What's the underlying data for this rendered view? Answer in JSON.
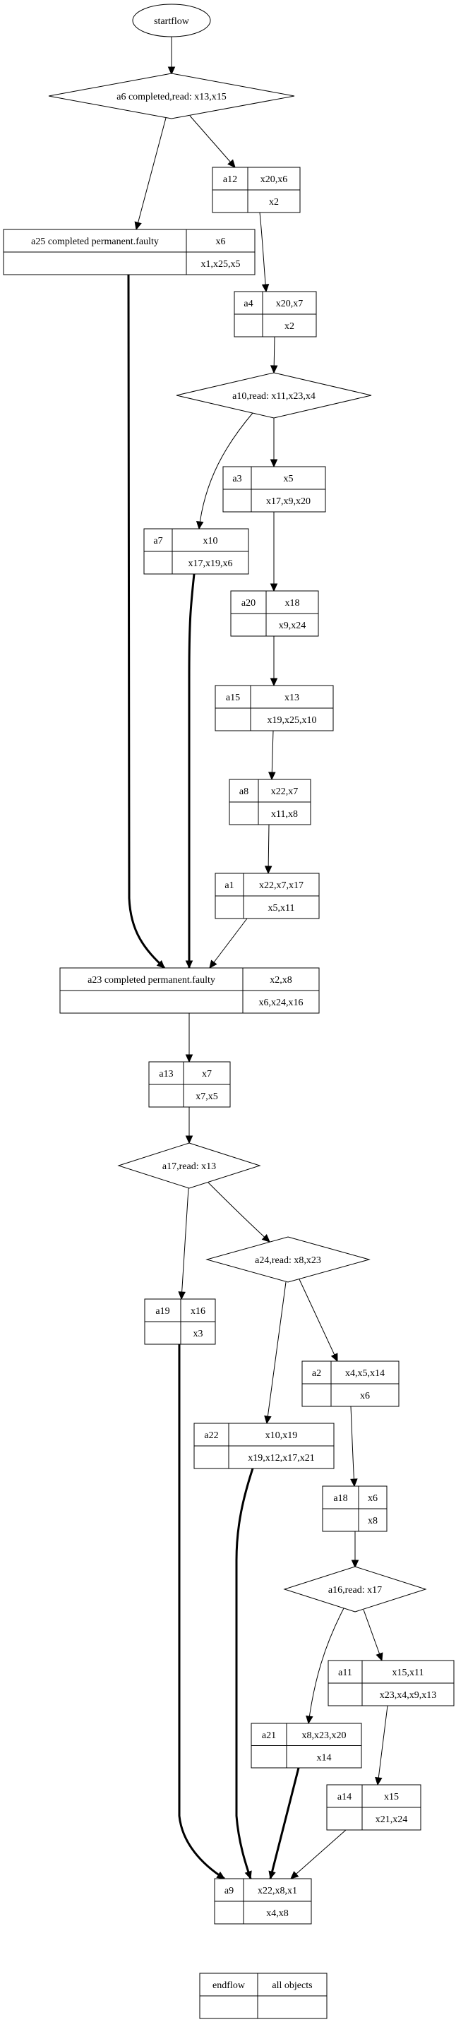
{
  "diagram": {
    "type": "workflow-graph",
    "nodes": {
      "startflow": {
        "kind": "ellipse",
        "label": "startflow"
      },
      "a6": {
        "kind": "diamond",
        "label": "a6 completed,read: x13,x15"
      },
      "a12": {
        "kind": "record",
        "name": "a12",
        "writes": "x20,x6",
        "reads": "x2"
      },
      "a25": {
        "kind": "record",
        "name": "a25  completed permanent.faulty",
        "writes": "x6",
        "reads": "x1,x25,x5"
      },
      "a4": {
        "kind": "record",
        "name": "a4",
        "writes": "x20,x7",
        "reads": "x2"
      },
      "a10": {
        "kind": "diamond",
        "label": "a10,read: x11,x23,x4"
      },
      "a3": {
        "kind": "record",
        "name": "a3",
        "writes": "x5",
        "reads": "x17,x9,x20"
      },
      "a7": {
        "kind": "record",
        "name": "a7",
        "writes": "x10",
        "reads": "x17,x19,x6"
      },
      "a20": {
        "kind": "record",
        "name": "a20",
        "writes": "x18",
        "reads": "x9,x24"
      },
      "a15": {
        "kind": "record",
        "name": "a15",
        "writes": "x13",
        "reads": "x19,x25,x10"
      },
      "a8": {
        "kind": "record",
        "name": "a8",
        "writes": "x22,x7",
        "reads": "x11,x8"
      },
      "a1": {
        "kind": "record",
        "name": "a1",
        "writes": "x22,x7,x17",
        "reads": "x5,x11"
      },
      "a23": {
        "kind": "record",
        "name": "a23  completed permanent.faulty",
        "writes": "x2,x8",
        "reads": "x6,x24,x16"
      },
      "a13": {
        "kind": "record",
        "name": "a13",
        "writes": "x7",
        "reads": "x7,x5"
      },
      "a17": {
        "kind": "diamond",
        "label": "a17,read: x13"
      },
      "a24": {
        "kind": "diamond",
        "label": "a24,read: x8,x23"
      },
      "a19": {
        "kind": "record",
        "name": "a19",
        "writes": "x16",
        "reads": "x3"
      },
      "a2": {
        "kind": "record",
        "name": "a2",
        "writes": "x4,x5,x14",
        "reads": "x6"
      },
      "a22": {
        "kind": "record",
        "name": "a22",
        "writes": "x10,x19",
        "reads": "x19,x12,x17,x21"
      },
      "a18": {
        "kind": "record",
        "name": "a18",
        "writes": "x6",
        "reads": "x8"
      },
      "a16": {
        "kind": "diamond",
        "label": "a16,read: x17"
      },
      "a11": {
        "kind": "record",
        "name": "a11",
        "writes": "x15,x11",
        "reads": "x23,x4,x9,x13"
      },
      "a21": {
        "kind": "record",
        "name": "a21",
        "writes": "x8,x23,x20",
        "reads": "x14"
      },
      "a14": {
        "kind": "record",
        "name": "a14",
        "writes": "x15",
        "reads": "x21,x24"
      },
      "a9": {
        "kind": "record",
        "name": "a9",
        "writes": "x22,x8,x1",
        "reads": "x4,x8"
      },
      "endflow": {
        "kind": "record",
        "name": "endflow",
        "writes": "all objects",
        "reads": ""
      }
    },
    "edges": [
      {
        "from": "startflow",
        "to": "a6",
        "style": "normal"
      },
      {
        "from": "a6",
        "to": "a25",
        "style": "normal"
      },
      {
        "from": "a6",
        "to": "a12",
        "style": "normal"
      },
      {
        "from": "a12",
        "to": "a4",
        "style": "normal"
      },
      {
        "from": "a4",
        "to": "a10",
        "style": "normal"
      },
      {
        "from": "a10",
        "to": "a7",
        "style": "normal"
      },
      {
        "from": "a10",
        "to": "a3",
        "style": "normal"
      },
      {
        "from": "a3",
        "to": "a20",
        "style": "normal"
      },
      {
        "from": "a20",
        "to": "a15",
        "style": "normal"
      },
      {
        "from": "a15",
        "to": "a8",
        "style": "normal"
      },
      {
        "from": "a8",
        "to": "a1",
        "style": "normal"
      },
      {
        "from": "a25",
        "to": "a23",
        "style": "bold"
      },
      {
        "from": "a7",
        "to": "a23",
        "style": "bold"
      },
      {
        "from": "a1",
        "to": "a23",
        "style": "normal"
      },
      {
        "from": "a23",
        "to": "a13",
        "style": "normal"
      },
      {
        "from": "a13",
        "to": "a17",
        "style": "normal"
      },
      {
        "from": "a17",
        "to": "a19",
        "style": "normal"
      },
      {
        "from": "a17",
        "to": "a24",
        "style": "normal"
      },
      {
        "from": "a24",
        "to": "a22",
        "style": "normal"
      },
      {
        "from": "a24",
        "to": "a2",
        "style": "normal"
      },
      {
        "from": "a2",
        "to": "a18",
        "style": "normal"
      },
      {
        "from": "a18",
        "to": "a16",
        "style": "normal"
      },
      {
        "from": "a16",
        "to": "a21",
        "style": "normal"
      },
      {
        "from": "a16",
        "to": "a11",
        "style": "normal"
      },
      {
        "from": "a11",
        "to": "a14",
        "style": "normal"
      },
      {
        "from": "a19",
        "to": "a9",
        "style": "bold"
      },
      {
        "from": "a22",
        "to": "a9",
        "style": "bold"
      },
      {
        "from": "a21",
        "to": "a9",
        "style": "bold"
      },
      {
        "from": "a14",
        "to": "a9",
        "style": "normal"
      },
      {
        "from": "a9",
        "to": "endflow",
        "style": "normal"
      }
    ]
  }
}
